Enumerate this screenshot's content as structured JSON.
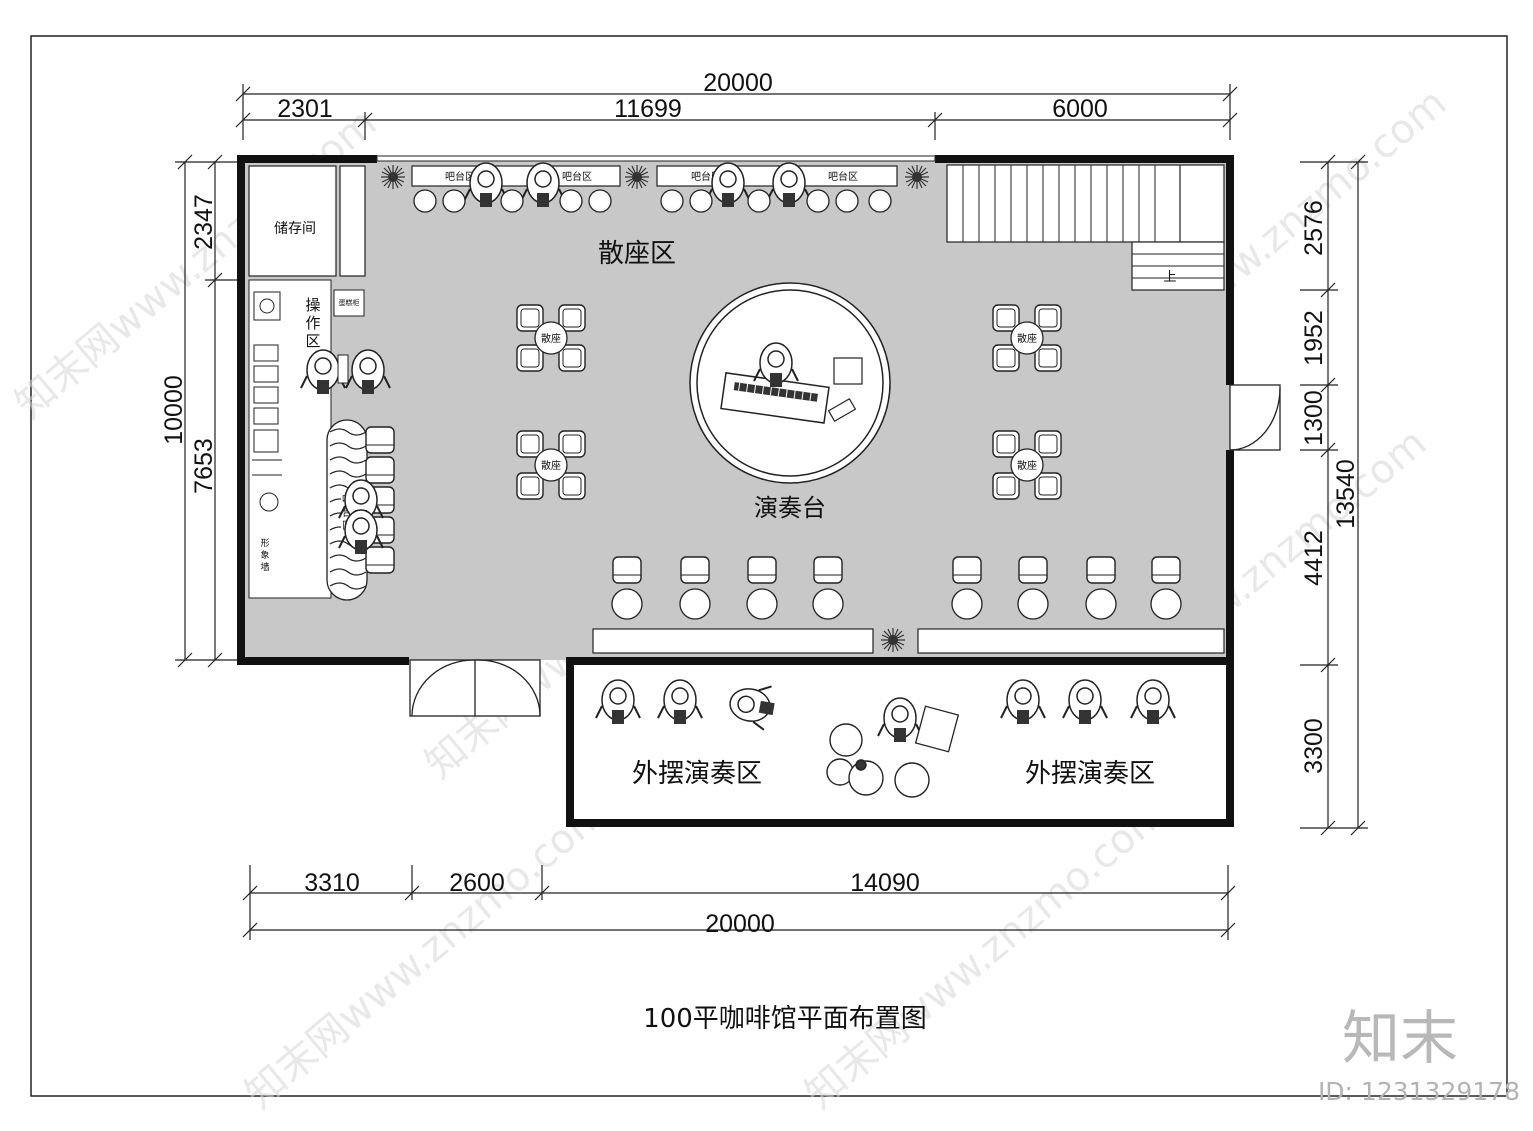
{
  "drawing_title": "100平咖啡馆平面布置图",
  "brand": {
    "logo_text": "知末",
    "id_label": "ID: 1231329178"
  },
  "watermark": {
    "text": "知末网www.znzmo.com"
  },
  "dimensions": {
    "top_total": "20000",
    "top_segments": [
      "2301",
      "11699",
      "6000"
    ],
    "bottom_segments": [
      "3310",
      "2600",
      "14090"
    ],
    "bottom_total": "20000",
    "left_total": "10000",
    "left_segments": [
      "2347",
      "7653"
    ],
    "right_total": "13540",
    "right_segments": [
      "2576",
      "1952",
      "1300",
      "4412",
      "3300"
    ]
  },
  "rooms": {
    "storage": "储存间",
    "operation_1": "操",
    "operation_2": "作",
    "operation_3": "区",
    "loose_seating": "散座区",
    "stage": "演奏台",
    "bar_1": "吧",
    "bar_2": "台",
    "bar_3": "区",
    "image_wall_1": "形",
    "image_wall_2": "象",
    "image_wall_3": "墙",
    "outdoor_left": "外摆演奏区",
    "outdoor_right": "外摆演奏区",
    "stair_up": "上"
  },
  "small_labels": {
    "bar_counter": "吧台区",
    "table_seat": "散座",
    "cake_cabinet": "蛋糕柜"
  },
  "colors": {
    "floor": "#c8c8c8",
    "wall": "#111111",
    "stage": "#ffffff",
    "line": "#222222"
  }
}
